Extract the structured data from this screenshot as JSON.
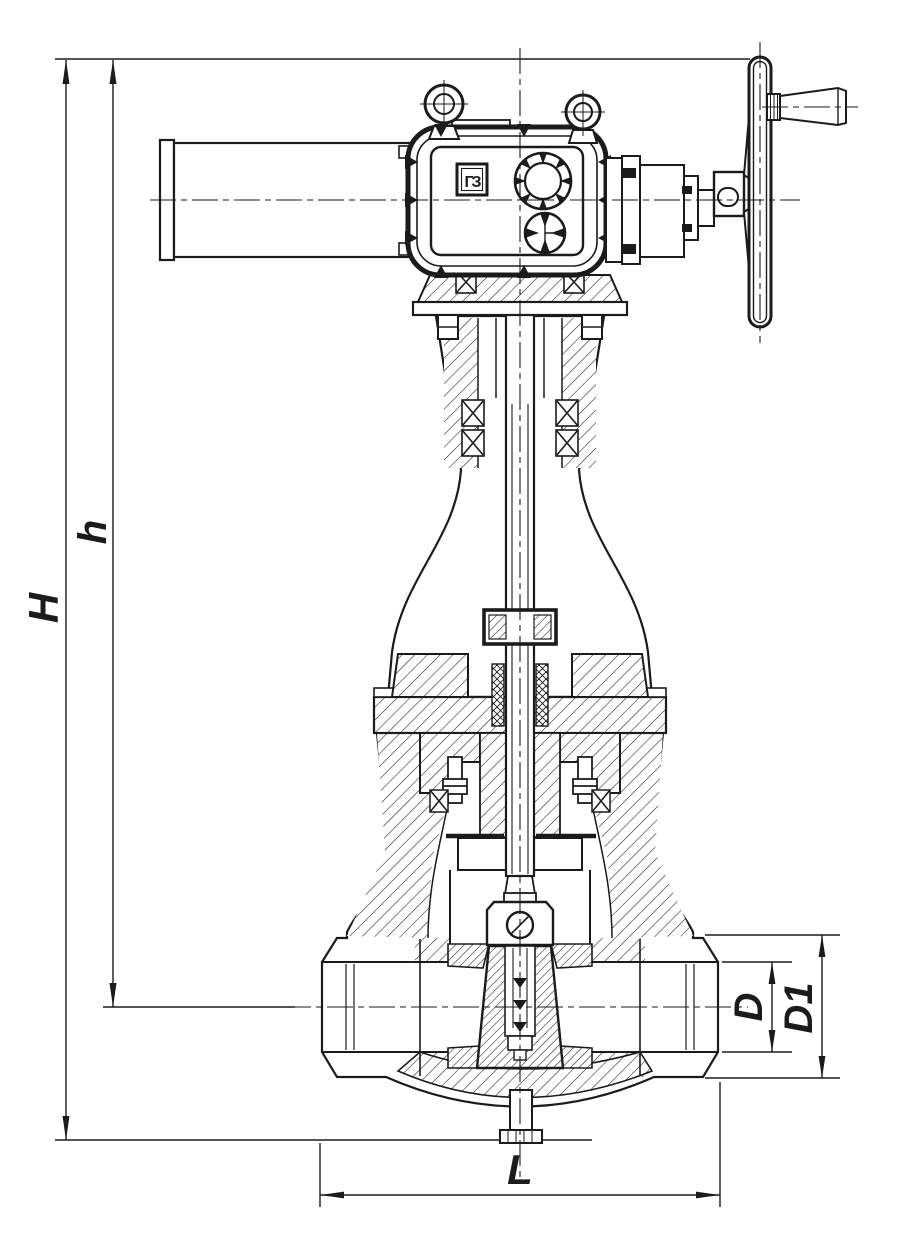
{
  "drawing": {
    "dimension_labels": {
      "overall_height": "H",
      "height_to_pipe_axis": "h",
      "bore_diameter": "D",
      "connection_diameter": "D1",
      "face_to_face_length": "L"
    },
    "actuator_logo": "ГЗ",
    "colors": {
      "line": "#1b1b1b",
      "background": "#ffffff"
    }
  }
}
